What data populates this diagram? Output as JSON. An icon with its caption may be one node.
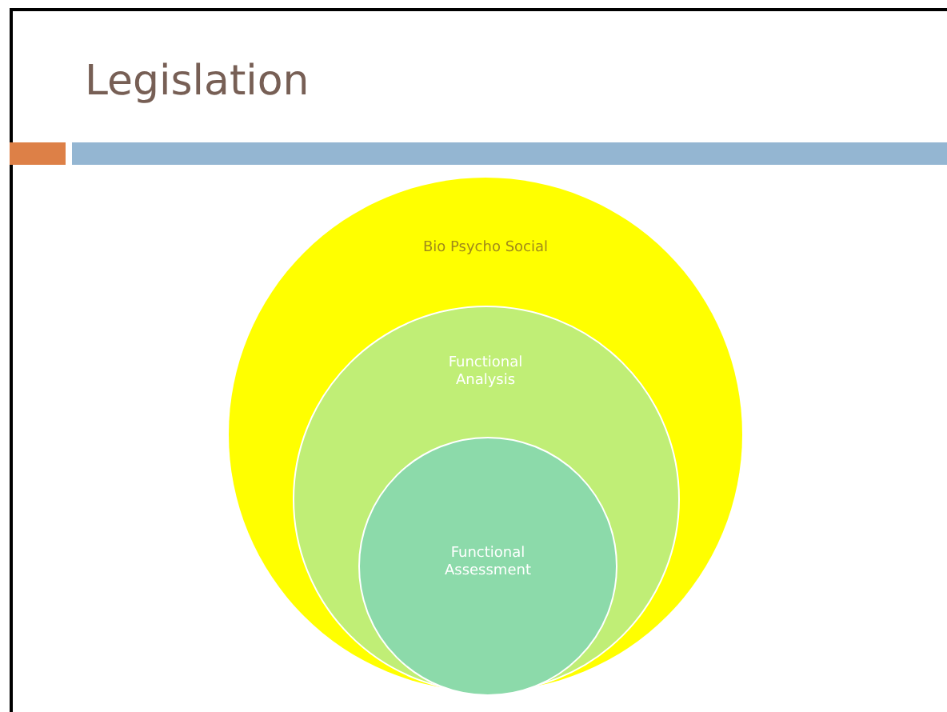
{
  "diagram": {
    "title": "Legislation",
    "nodes": [
      {
        "text": [
          "Bio Psycho Social"
        ]
      },
      {
        "text": [
          "Functional Analysis"
        ],
        "in": 0
      },
      {
        "text": [
          "Functional Assessment"
        ],
        "in": 1
      }
    ]
  }
}
